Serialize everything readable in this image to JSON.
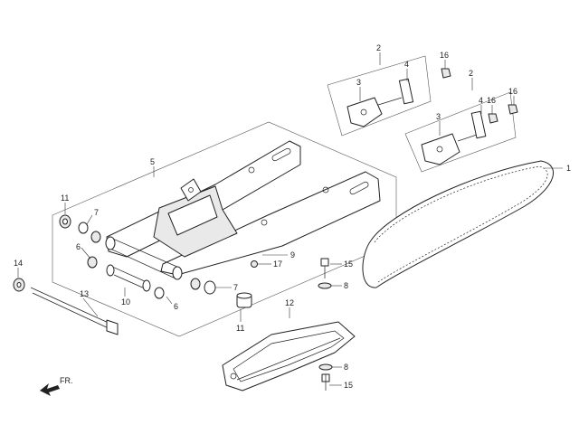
{
  "diagram": {
    "callouts": {
      "c1": "1",
      "c2a": "2",
      "c2b": "2",
      "c3a": "3",
      "c3b": "3",
      "c4a": "4",
      "c4b": "4",
      "c5": "5",
      "c6a": "6",
      "c6b": "6",
      "c7a": "7",
      "c7b": "7",
      "c8a": "8",
      "c8b": "8",
      "c9": "9",
      "c10": "10",
      "c11a": "11",
      "c11b": "11",
      "c12": "12",
      "c13": "13",
      "c14": "14",
      "c15a": "15",
      "c15b": "15",
      "c16a": "16",
      "c16b": "16",
      "c16c": "16",
      "c17": "17"
    },
    "direction_label": "FR.",
    "icons": {
      "direction": "arrow-down-left-icon"
    }
  }
}
